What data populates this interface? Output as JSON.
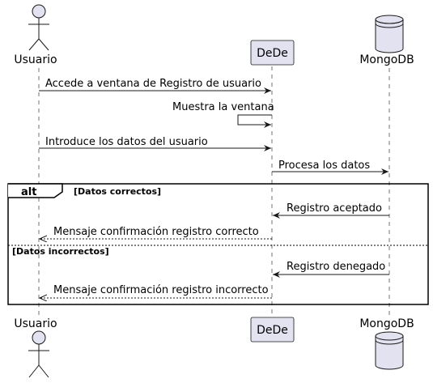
{
  "participants": {
    "user": "Usuario",
    "dede": "DeDe",
    "mongo": "MongoDB"
  },
  "messages": {
    "m1": "Accede a ventana de Registro de usuario",
    "m2": "Muestra la ventana",
    "m3": "Introduce los datos del usuario",
    "m4": "Procesa los datos",
    "m5": "Registro aceptado",
    "m6": "Mensaje confirmación registro correcto",
    "m7": "Registro denegado",
    "m8": "Mensaje confirmación registro incorrecto"
  },
  "fragment": {
    "keyword": "alt",
    "guard1": "[Datos correctos]",
    "guard2": "[Datos incorrectos]"
  },
  "colors": {
    "participant_fill": "#E2E2F0",
    "participant_stroke": "#181818",
    "lifeline": "#181818"
  }
}
